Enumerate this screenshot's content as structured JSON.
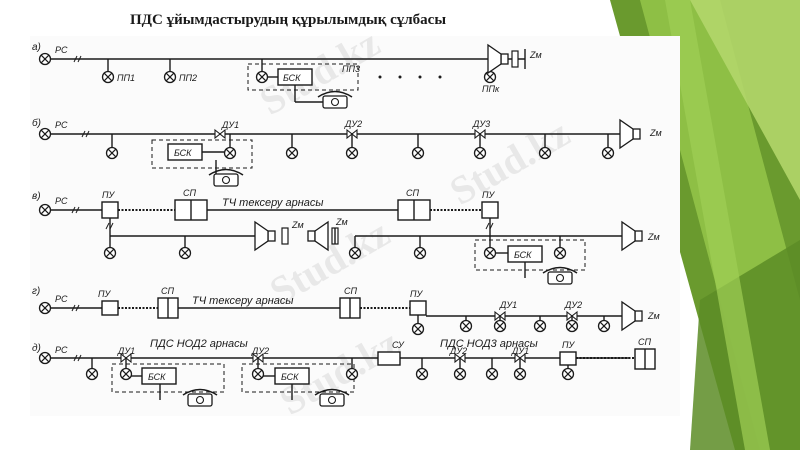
{
  "title": "ПДС ұйымдастырудың құрылымдық сұлбасы",
  "watermark": "Stud.kz",
  "rows": {
    "a": {
      "letter": "а)",
      "rs": "РС",
      "pp1": "ПП1",
      "pp2": "ПП2",
      "pp3": "ПП3",
      "ppk": "ППк",
      "bsk": "БСК",
      "zm": "Zм"
    },
    "b": {
      "letter": "б)",
      "rs": "РС",
      "du1": "ДУ1",
      "du2": "ДУ2",
      "du3": "ДУ3",
      "bsk": "БСК",
      "zm": "Zм"
    },
    "v": {
      "letter": "в)",
      "rs": "РС",
      "pu1": "ПУ",
      "sp1": "СП",
      "channel": "ТЧ тексеру арнасы",
      "sp2": "СП",
      "pu2": "ПУ",
      "zm1": "Zм",
      "zm2": "Zм",
      "zm3": "Zм",
      "bsk": "БСК"
    },
    "g": {
      "letter": "г)",
      "rs": "РС",
      "pu1": "ПУ",
      "sp1": "СП",
      "channel": "ТЧ тексеру арнасы",
      "sp2": "СП",
      "pu2": "ПУ",
      "du1": "ДУ1",
      "du2": "ДУ2",
      "zm": "Zм"
    },
    "d": {
      "letter": "д)",
      "rs": "РС",
      "nod2": "ПДС НОД2 арнасы",
      "nod3": "ПДС НОД3 арнасы",
      "du1": "ДУ1",
      "du2": "ДУ2",
      "bsk1": "БСК",
      "bsk2": "БСК",
      "su": "СУ",
      "du2b": "ДУ2",
      "du1b": "ДУ1",
      "pu": "ПУ",
      "sp": "СП"
    }
  },
  "colors": {
    "green_dark": "#5f8f2a",
    "green_mid": "#7fb13a",
    "green_light": "#a6cd5c"
  }
}
